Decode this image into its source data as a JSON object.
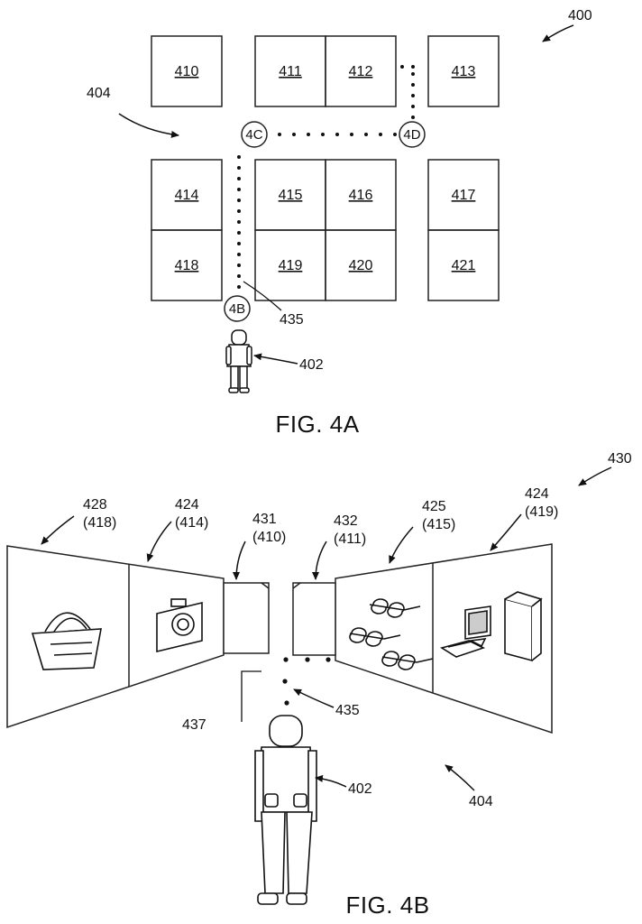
{
  "figure_a": {
    "ref_400": "400",
    "ref_404": "404",
    "ref_402": "402",
    "ref_435": "435",
    "caption": "FIG. 4A",
    "grid": {
      "c410": "410",
      "c411": "411",
      "c412": "412",
      "c413": "413",
      "c414": "414",
      "c415": "415",
      "c416": "416",
      "c417": "417",
      "c418": "418",
      "c419": "419",
      "c420": "420",
      "c421": "421"
    },
    "nodes": {
      "n4b": "4B",
      "n4c": "4C",
      "n4d": "4D"
    }
  },
  "figure_b": {
    "ref_430": "430",
    "ref_428": "428",
    "ref_428_sub": "(418)",
    "ref_424_left": "424",
    "ref_424_left_sub": "(414)",
    "ref_431": "431",
    "ref_431_sub": "(410)",
    "ref_432": "432",
    "ref_432_sub": "(411)",
    "ref_425": "425",
    "ref_425_sub": "(415)",
    "ref_424_right": "424",
    "ref_424_right_sub": "(419)",
    "ref_437": "437",
    "ref_435": "435",
    "ref_402": "402",
    "ref_404": "404",
    "caption": "FIG. 4B"
  },
  "icons": {
    "person_top": "person-icon",
    "person_bottom": "person-icon",
    "basket": "shopping-basket-icon",
    "camera": "camera-icon",
    "glasses": "eyeglasses-icon",
    "computer": "desktop-computer-icon"
  }
}
